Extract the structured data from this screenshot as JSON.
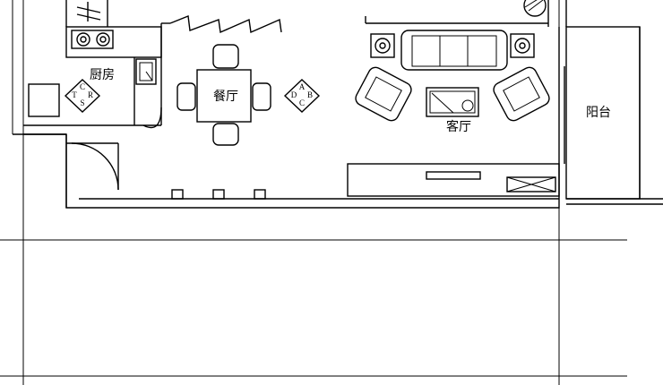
{
  "rooms": {
    "kitchen": "厨房",
    "dining": "餐厅",
    "living": "客厅",
    "balcony": "阳台"
  },
  "tags": {
    "kitchen_tag": {
      "top": "C",
      "left": "T",
      "right": "R",
      "bottom": "S"
    },
    "dining_tag": {
      "top": "A",
      "left": "D",
      "right": "B",
      "bottom": "C"
    }
  },
  "colors": {
    "line": "#000000",
    "background": "#ffffff"
  }
}
